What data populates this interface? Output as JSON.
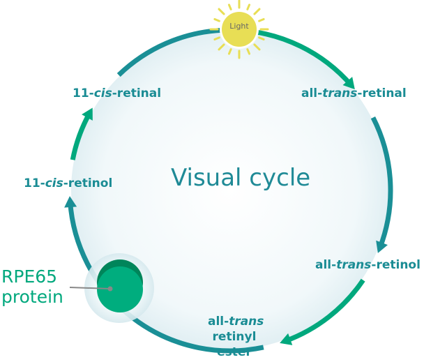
{
  "title": "Visual cycle",
  "light_label": "Light",
  "labels": {
    "all_trans_retinal": {
      "pre": "all-",
      "it": "trans",
      "post": "-retinal"
    },
    "all_trans_retinol": {
      "pre": "all-",
      "it": "trans",
      "post": "-retinol"
    },
    "retinyl_ester": {
      "pre": "all-",
      "it": "trans",
      "line2": "retinyl",
      "line3": "ester"
    },
    "cis_retinol": {
      "pre": "11-",
      "it": "cis",
      "post": "-retinol"
    },
    "cis_retinal": {
      "pre": "11-",
      "it": "cis",
      "post": "-retinal"
    }
  },
  "protein": {
    "line1": "RPE65",
    "line2": "protein"
  },
  "colors": {
    "teal": "#1a8f96",
    "green": "#00a87d",
    "sun": "#e8de55",
    "dark_green": "#00855a"
  }
}
